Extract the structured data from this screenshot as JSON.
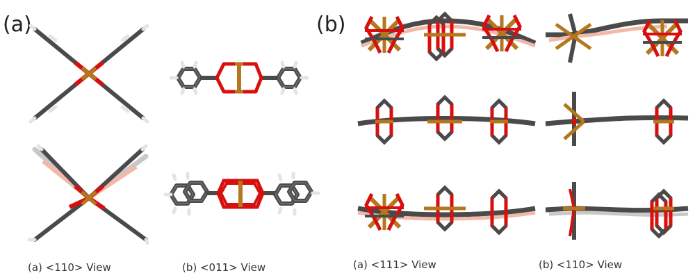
{
  "panel_a": {
    "letter": "(a)",
    "captions": [
      "(a) <110> View",
      "(b) <011> View"
    ]
  },
  "panel_b": {
    "letter": "(b)",
    "captions": [
      "(a) <111> View",
      "(b) <110> View"
    ]
  },
  "colors": {
    "carbon": "#4a4a4a",
    "oxygen": "#d80f0f",
    "copper": "#b5761e",
    "hydrogen": "#e4e4e4",
    "ghost": "#f2b8a8",
    "ghost_grey": "#c8c8c8"
  }
}
